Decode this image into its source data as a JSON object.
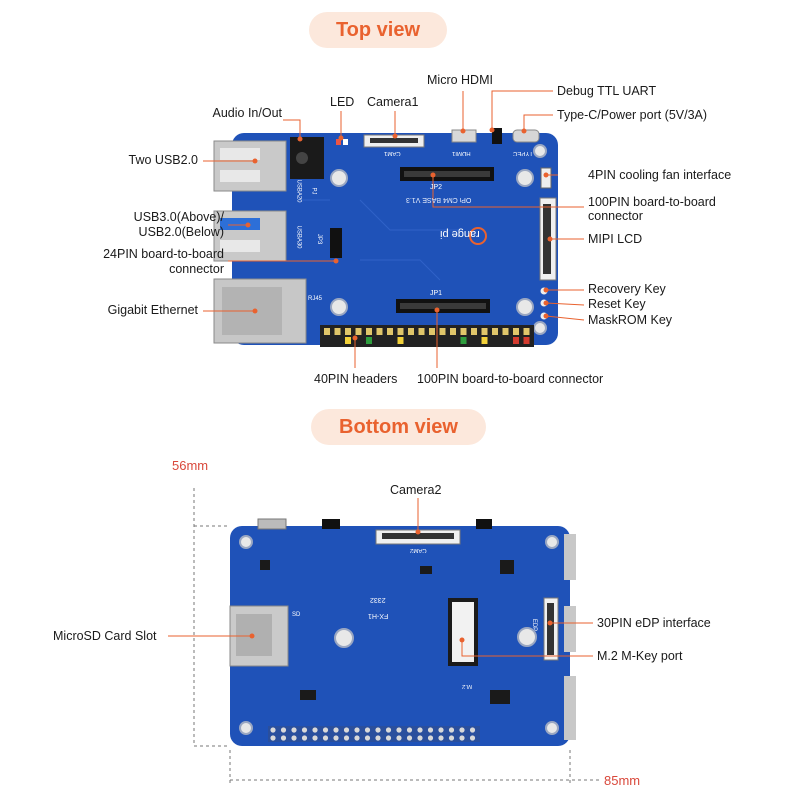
{
  "headers": {
    "top": "Top view",
    "bottom": "Bottom view"
  },
  "top_labels": {
    "audio": "Audio In/Out",
    "led": "LED",
    "camera1": "Camera1",
    "micro_hdmi": "Micro HDMI",
    "debug_uart": "Debug TTL UART",
    "typec": "Type-C/Power port (5V/3A)",
    "usb2": "Two USB2.0",
    "usb3_line1": "USB3.0(Above)/",
    "usb3_line2": "USB2.0(Below)",
    "pin24_line1": "24PIN board-to-board",
    "pin24_line2": "connector",
    "ethernet": "Gigabit Ethernet",
    "fan": "4PIN cooling fan interface",
    "b2b100_right_line1": "100PIN board-to-board",
    "b2b100_right_line2": "connector",
    "mipi": "MIPI LCD",
    "recovery": "Recovery Key",
    "reset": "Reset Key",
    "maskrom": "MaskROM Key",
    "pin40": "40PIN headers",
    "b2b100_bottom": "100PIN board-to-board connector"
  },
  "bottom_labels": {
    "camera2": "Camera2",
    "microsd": "MicroSD Card Slot",
    "edp": "30PIN eDP interface",
    "m2": "M.2 M-Key port"
  },
  "dimensions": {
    "height": "56mm",
    "width": "85mm"
  },
  "silkscreen": {
    "board_name": "OPi CM4 BASE V1.3",
    "brand": "range pi",
    "jp2": "JP2",
    "jp1": "JP1",
    "cam1": "CAM1",
    "hdmi": "HDMI1",
    "typec": "TYPEC",
    "rj45": "RJ45",
    "usba20": "USBA20",
    "usba30": "USBA30",
    "pj": "PJ",
    "jp3": "JP3",
    "cam2": "CAM2",
    "m2": "M.2",
    "sd": "SD",
    "edp": "EDP",
    "fx": "FX-H1",
    "date": "2332"
  },
  "colors": {
    "accent": "#e9622f",
    "pill_bg": "#fce8dc",
    "board": "#1f52b8",
    "dimension": "#d9483b"
  }
}
